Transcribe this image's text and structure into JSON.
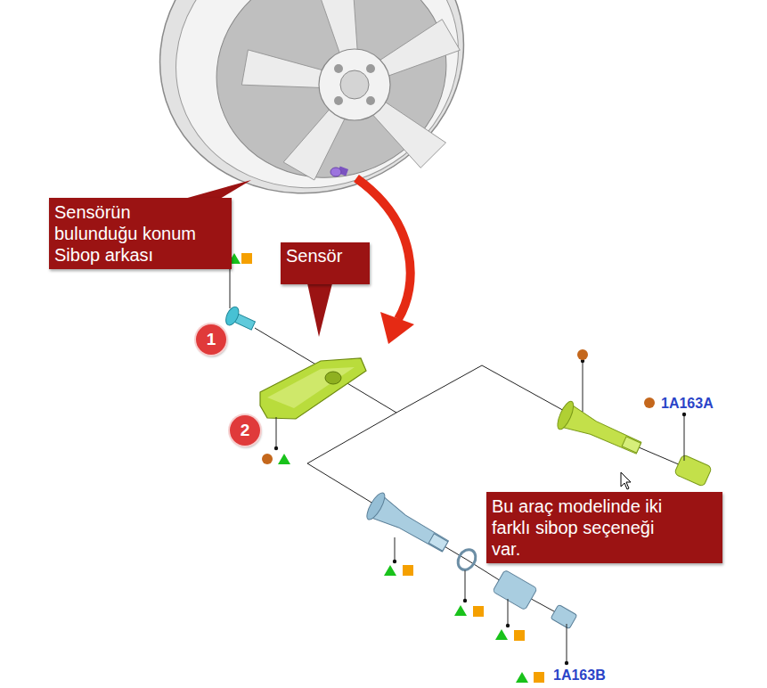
{
  "diagram": {
    "nodes": [
      {
        "text": [
          "Sensörün bulunduğu konum Sibop arkası"
        ]
      },
      {
        "text": [
          "Sensör"
        ]
      },
      {
        "text": [
          "1"
        ]
      },
      {
        "text": [
          "2"
        ]
      },
      {
        "text": [
          "Bu araç modelinde iki farklı sibop seçeneği var."
        ]
      }
    ],
    "labels": [
      "1A163A",
      "1A163B"
    ]
  }
}
